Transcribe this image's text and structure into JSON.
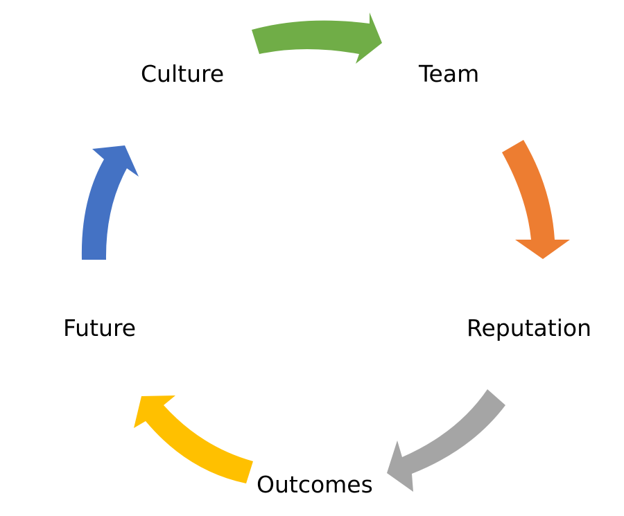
{
  "diagram": {
    "type": "cycle",
    "direction": "clockwise",
    "nodes": [
      {
        "id": "culture",
        "label": "Culture"
      },
      {
        "id": "team",
        "label": "Team"
      },
      {
        "id": "reputation",
        "label": "Reputation"
      },
      {
        "id": "outcomes",
        "label": "Outcomes"
      },
      {
        "id": "future",
        "label": "Future"
      }
    ],
    "arrows": [
      {
        "from": "culture",
        "to": "team",
        "color": "#70AD47"
      },
      {
        "from": "team",
        "to": "reputation",
        "color": "#ED7D31"
      },
      {
        "from": "reputation",
        "to": "outcomes",
        "color": "#A5A5A5"
      },
      {
        "from": "outcomes",
        "to": "future",
        "color": "#FFC000"
      },
      {
        "from": "future",
        "to": "culture",
        "color": "#4472C4"
      }
    ]
  }
}
